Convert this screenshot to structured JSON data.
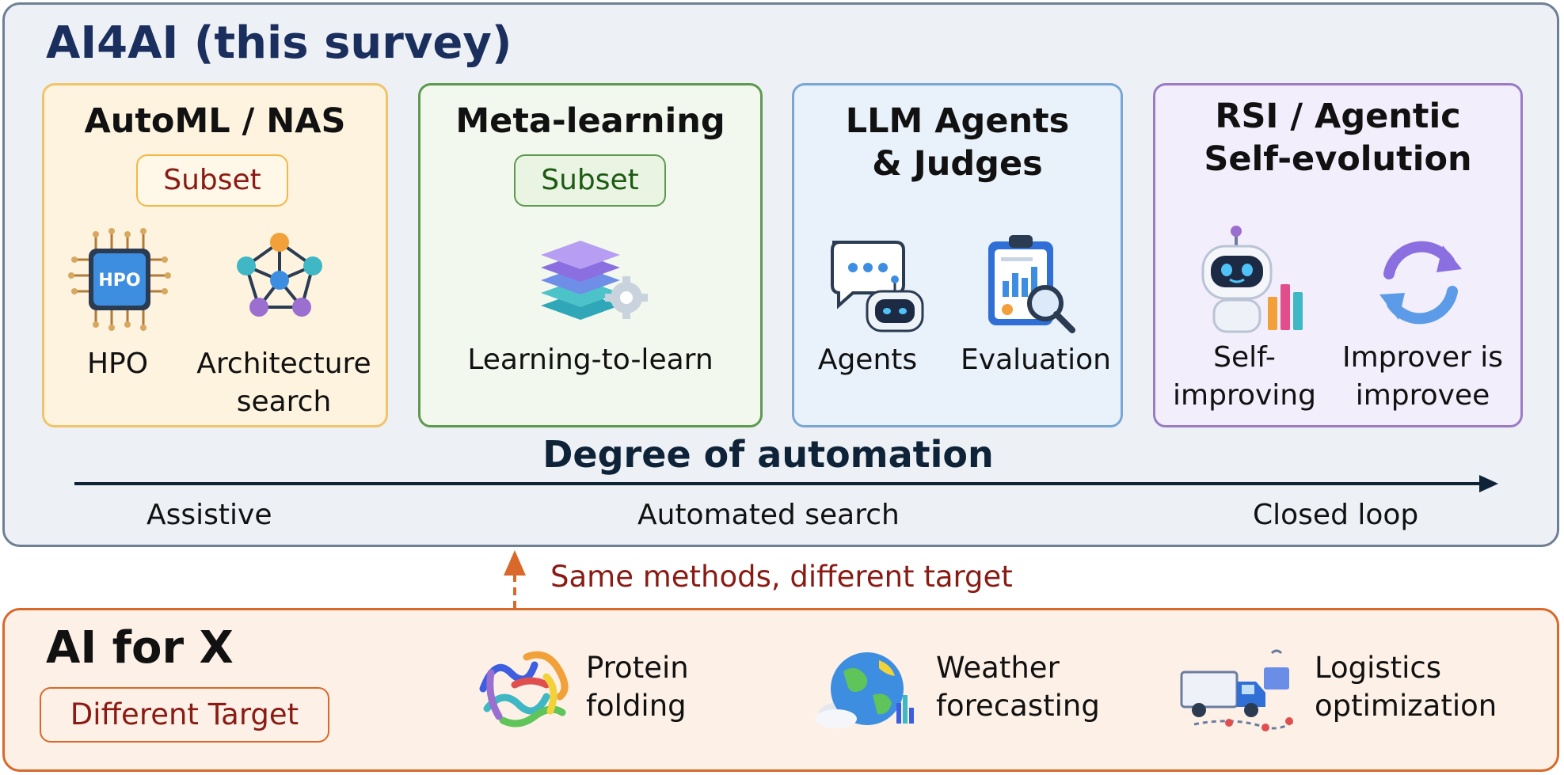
{
  "main_title": "AI4AI (this survey)",
  "cards": [
    {
      "title": "AutoML / NAS",
      "badge": "Subset",
      "items": [
        "HPO",
        "Architecture\nsearch"
      ],
      "chip_text": "HPO"
    },
    {
      "title": "Meta-learning",
      "badge": "Subset",
      "items": [
        "Learning-to-learn"
      ]
    },
    {
      "title": "LLM Agents\n& Judges",
      "items": [
        "Agents",
        "Evaluation"
      ]
    },
    {
      "title": "RSI / Agentic\nSelf-evolution",
      "items": [
        "Self-\nimproving",
        "Improver is\nimprovee"
      ]
    }
  ],
  "axis": {
    "title": "Degree of automation",
    "labels": [
      "Assistive",
      "Automated search",
      "Closed loop"
    ]
  },
  "link_text": "Same methods, different target",
  "bottom": {
    "title": "AI for X",
    "badge": "Different Target",
    "apps": [
      "Protein\nfolding",
      "Weather\nforecasting",
      "Logistics\noptimization"
    ]
  },
  "colors": {
    "automl": "#f2c46a",
    "meta": "#5e9a4e",
    "llm": "#7aa6d6",
    "rsi": "#9a7cc4",
    "accent_orange": "#d9692a",
    "axis": "#0e2238"
  },
  "icons": [
    "hpo-chip-icon",
    "network-graph-icon",
    "layers-gear-icon",
    "chat-robot-icon",
    "clipboard-chart-icon",
    "robot-chart-icon",
    "refresh-cycle-icon",
    "protein-icon",
    "globe-icon",
    "truck-icon"
  ]
}
